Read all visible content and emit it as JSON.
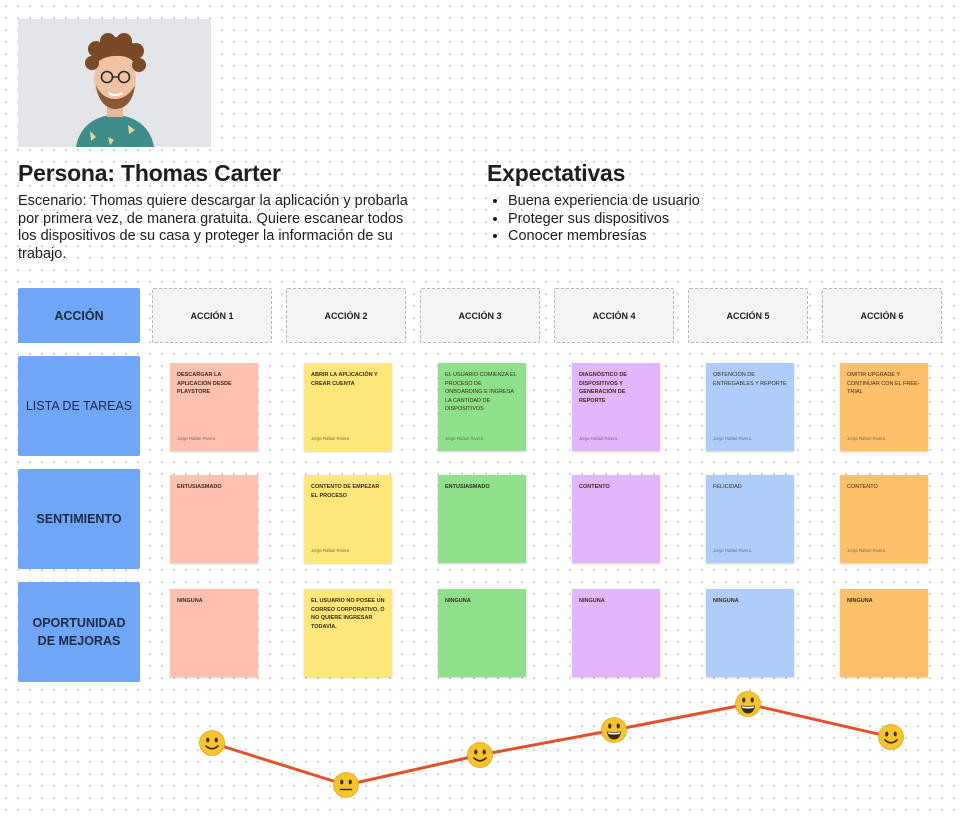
{
  "persona": {
    "title": "Persona: Thomas Carter",
    "scenario": "Escenario: Thomas quiere descargar la aplicación y probarla por primera vez, de manera gratuita. Quiere escanear todos los dispositivos de su casa y proteger la información de su trabajo."
  },
  "expectations": {
    "title": "Expectativas",
    "items": [
      "Buena experiencia de usuario",
      "Proteger sus dispositivos",
      "Conocer membresías"
    ]
  },
  "rows": {
    "action": "ACCIÓN",
    "tasks": "LISTA DE TAREAS",
    "feeling": "SENTIMIENTO",
    "opportunity": "OPORTUNIDAD DE MEJORAS"
  },
  "actions": [
    "ACCIÓN 1",
    "ACCIÓN 2",
    "ACCIÓN 3",
    "ACCIÓN 4",
    "ACCIÓN 5",
    "ACCIÓN 6"
  ],
  "tasks": [
    {
      "text": "DESCARGAR LA APLICACIÓN DESDE PLAYSTORE",
      "author": "Jorge Rafael Rivera"
    },
    {
      "text": "ABRIR LA APLICACIÓN Y CREAR CUENTA",
      "author": "Jorge Rafael Rivera"
    },
    {
      "text": "EL USUARIO COMIENZA EL PROCESO DE ONBOARDING E INGRESA LA CANTIDAD DE DISPOSITIVOS",
      "author": "Jorge Rafael Rivera"
    },
    {
      "text": "DIAGNÓSTICO DE DISPOSITIVOS Y GENERACIÓN DE REPORTE",
      "author": "Jorge Rafael Rivera"
    },
    {
      "text": "OBTENCIÓN DE ENTREGABLES Y REPORTE",
      "author": "Jorge Rafael Rivera"
    },
    {
      "text": "OMITIR UPGRADE Y CONTINUAR CON EL FREE-TRIAL",
      "author": "Jorge Rafael Rivera"
    }
  ],
  "feelings": [
    {
      "text": "ENTUSIASMADO",
      "author": ""
    },
    {
      "text": "CONTENTO DE EMPEZAR EL PROCESO",
      "author": "Jorge Rafael Rivera"
    },
    {
      "text": "ENTUSIASMADO",
      "author": ""
    },
    {
      "text": "CONTENTO",
      "author": ""
    },
    {
      "text": "FELICIDAD",
      "author": "Jorge Rafael Rivera"
    },
    {
      "text": "CONTENTO",
      "author": "Jorge Rafael Rivera"
    }
  ],
  "opportunities": [
    {
      "text": "NINGUNA"
    },
    {
      "text": "EL USUARIO NO POSEE UN CORREO CORPORATIVO, O NO QUIERE INGRESAR TODAVÍA."
    },
    {
      "text": "NINGUNA"
    },
    {
      "text": "NINGUNA"
    },
    {
      "text": "NINGUNA"
    },
    {
      "text": "NINGUNA"
    }
  ],
  "colors": {
    "row_header": "#6fa6f7",
    "notes": [
      "#ffc1ad",
      "#ffe779",
      "#8ee08a",
      "#e3b6fb",
      "#afcdfb",
      "#ffc06a"
    ],
    "curve": "#e4502a",
    "emoji": "#f7c52b"
  },
  "emotion_curve": {
    "levels": [
      "slightly-smiling",
      "neutral",
      "slightly-smiling",
      "grinning",
      "grinning",
      "slightly-smiling"
    ]
  }
}
